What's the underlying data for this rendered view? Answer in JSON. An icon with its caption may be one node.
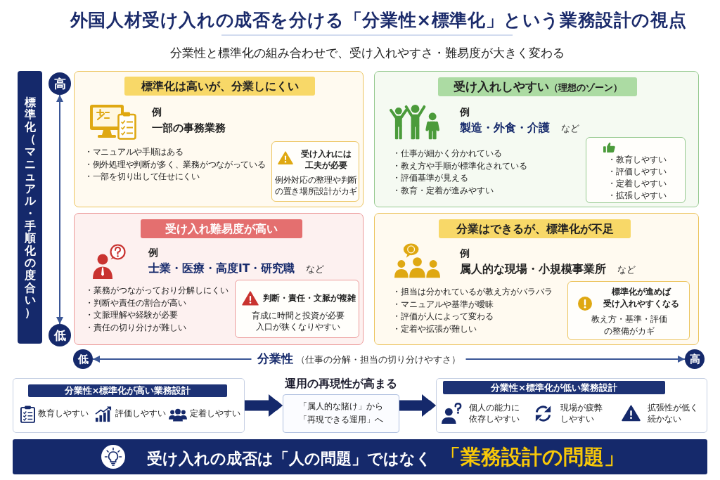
{
  "diagram": {
    "title": "外国人材受け入れの成否を分ける「分業性×標準化」という業務設計の視点",
    "nodes": [
      {
        "text": [
          "標準化（マニュアル・手順化の度合い）"
        ]
      },
      {
        "text": [
          "高"
        ]
      },
      {
        "text": [
          "標準化は高いが、分業しにくい",
          "例",
          "一部の事務業務",
          "・マニュアルや手順はある",
          "・例外処理や判断が多く、業務がつながっている",
          "・一部を切り出して任せにくい"
        ]
      },
      {
        "text": [
          "受け入れには工夫が必要",
          "例外対応の整理や判断の置き場所設計がカギ"
        ],
        "in": 2
      },
      {
        "text": [
          "**受け入れしやすい**（理想のゾーン）",
          "例",
          "**製造・外食・介護** など",
          "・仕事が細かく分かれている",
          "・教え方や手順が標準化されている",
          "・評価基準が見える",
          "・教育・定着が進みやすい"
        ]
      },
      {
        "text": [
          "・教育しやすい",
          "・評価しやすい",
          "・定着しやすい",
          "・拡張しやすい"
        ],
        "in": 4
      },
      {
        "text": [
          "受け入れ難易度が高い",
          "例",
          "**士業・医療・高度IT・研究職** など",
          "・業務がつながっており分解しにくい",
          "・判断や責任の割合が高い",
          "・文脈理解や経験が必要",
          "・責任の切り分けが難しい"
        ]
      },
      {
        "text": [
          "判断・責任・文脈が複雑",
          "育成に時間と投資が必要",
          "入口が狭くなりやすい"
        ],
        "in": 6
      },
      {
        "text": [
          "分業はできるが、標準化が不足",
          "例",
          "**属人的な現場・小規模事業所** など",
          "・担当は分かれているが教え方がバラバラ",
          "・マニュアルや基準が曖昧",
          "・評価が人によって変わる",
          "・定着や拡張が難しい"
        ]
      },
      {
        "text": [
          "標準化が進めば受け入れやすくなる",
          "教え方・基準・評価の整備がカギ"
        ],
        "in": 8
      },
      {
        "text": [
          "低"
        ]
      },
      {
        "text": [
          "低"
        ]
      },
      {
        "text": [
          "高"
        ]
      },
      {
        "text": [
          "分業性×標準化が高い業務設計",
          "教育しやすい",
          "評価しやすい",
          "定着しやすい"
        ]
      },
      {
        "text": [
          "運用の再現性が高まる",
          "「属人的な賭け」から「再現できる運用」へ"
        ]
      },
      {
        "text": [
          "分業性×標準化が低い業務設計",
          "個人の能力に依存しやすい",
          "現場が疲弊しやすい",
          "拡張性が低く続かない"
        ]
      },
      {
        "text": [
          "受け入れの成否は「人の問題」ではなく**「業務設計の問題」**"
        ]
      }
    ],
    "edges": [
      {
        "from": 10,
        "to": 1,
        "arrow": "both"
      },
      {
        "from": 11,
        "to": 12,
        "arrow": "both",
        "label": "**分業性**（仕事の分解・担当の切り分けやすさ）"
      },
      {
        "from": 13,
        "to": 14,
        "arrow": "to",
        "style": "thick"
      },
      {
        "from": 14,
        "to": 15,
        "arrow": "to",
        "style": "thick"
      }
    ],
    "labels": [
      "分業性と標準化の組み合わせで、受け入れやすさ・難易度が大きく変わる"
    ]
  }
}
